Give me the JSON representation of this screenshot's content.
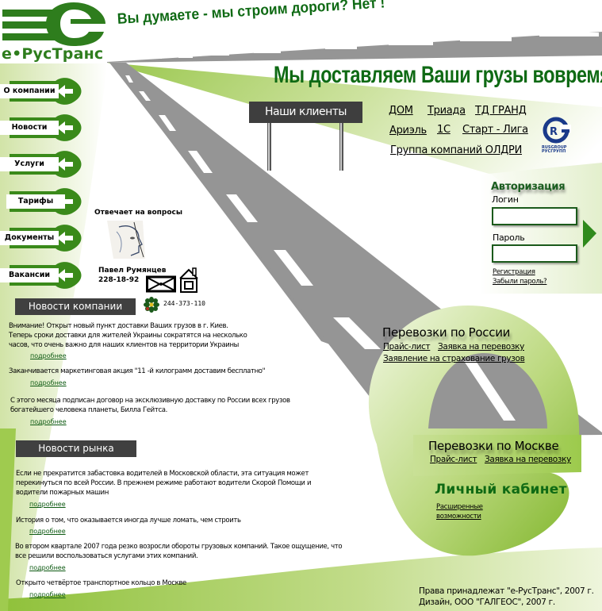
{
  "logo": {
    "brand": "е•РусТранс",
    "icon": "e-logo-icon"
  },
  "header": {
    "slogan_question": "Вы думаете - мы строим дороги? Нет !",
    "slogan_main": "Мы доставляем Ваши грузы вовремя!"
  },
  "menu": {
    "items": [
      {
        "label": "О компании"
      },
      {
        "label": "Новости"
      },
      {
        "label": "Услуги"
      },
      {
        "label": "Тарифы"
      },
      {
        "label": "Документы"
      },
      {
        "label": "Вакансии"
      }
    ]
  },
  "contact": {
    "heading": "Отвечает на вопросы",
    "name": "Павел Румянцев",
    "phone": "228-18-92",
    "icq": "244-373-110",
    "icons": [
      "portrait-photo",
      "mail-icon",
      "home-icon",
      "icq-flower-icon"
    ]
  },
  "company_news": {
    "title": "Новости компании",
    "items": [
      {
        "lines": [
          "Внимание!  Открыт новый пункт доставки Ваших грузов в г. Киев.",
          "Теперь сроки доставки для жителей Украины сократятся на несколько",
          "часов, что очень важно для наших клиентов на территории Украины"
        ],
        "more": "подробнее"
      },
      {
        "lines": [
          "Заканчивается маркетинговая акция \"11 -й килограмм доставим бесплатно\""
        ],
        "more": "подробнее"
      },
      {
        "lines": [
          "С этого месяца подписан договор на эксклюзивную доставку по России всех грузов",
          "богатейшего человека планеты, Билла Гейтса."
        ],
        "more": "подробнее"
      }
    ]
  },
  "market_news": {
    "title": "Новости рынка",
    "items": [
      {
        "lines": [
          "Если не прекратится забастовка водителей в Московской области, эта ситуация может",
          "перекинуться по всей России. В прежнем режиме работают водители Скорой Помощи и",
          "водители пожарных машин"
        ],
        "more": "подробнее"
      },
      {
        "lines": [
          "История о том, что оказывается иногда лучше ломать, чем строить"
        ],
        "more": "подробнее"
      },
      {
        "lines": [
          "Во втором квартале 2007 года резко возросли обороты грузовых компаний. Такое ощущение, что",
          "все решили воспользоваться услугами этих компаний."
        ],
        "more": "подробнее"
      },
      {
        "lines": [
          "Открыто четвёртое транспортное кольцо в Москве"
        ],
        "more": "подробнее"
      }
    ]
  },
  "clients": {
    "sign": "Наши клиенты",
    "items": [
      "ДОМ",
      "Триада",
      "ТД ГРАНД",
      "Ариэль",
      "1С",
      "Старт - Лига",
      "Группа компаний ОЛДРИ"
    ],
    "rusgroup_caption_1": "RUSGROUP",
    "rusgroup_caption_2": "РУСГРУПП"
  },
  "auth": {
    "title": "Авторизация",
    "login_label": "Логин",
    "login_value": "",
    "password_label": "Пароль",
    "password_value": "",
    "register": "Регистрация",
    "forgot": "Забыли пароль?",
    "submit_icon": "arrow-right-icon"
  },
  "russia": {
    "title": "Перевозки по России",
    "price_list": "Прайс-лист",
    "request": "Заявка на перевозку",
    "insurance": "Заявление на страхование грузов"
  },
  "moscow": {
    "title": "Перевозки по Москве",
    "price_list": "Прайс-лист",
    "request": "Заявка на перевозку"
  },
  "cabinet": {
    "title": "Личный кабинет",
    "link_line1": "Расширенные",
    "link_line2": "возможности"
  },
  "footer": {
    "rights": "Права принадлежат \"е-РусТранс\", 2007 г.",
    "design": "Дизайн, ООО \"ГАЛГЕОС\", 2007 г."
  },
  "colors": {
    "brand_green": "#2e7d1d",
    "slogan_green": "#0f6a14",
    "light_green": "#c6df8a",
    "road_gray": "#959595",
    "sign_dark": "#404040",
    "more_link": "#0d5a12"
  }
}
